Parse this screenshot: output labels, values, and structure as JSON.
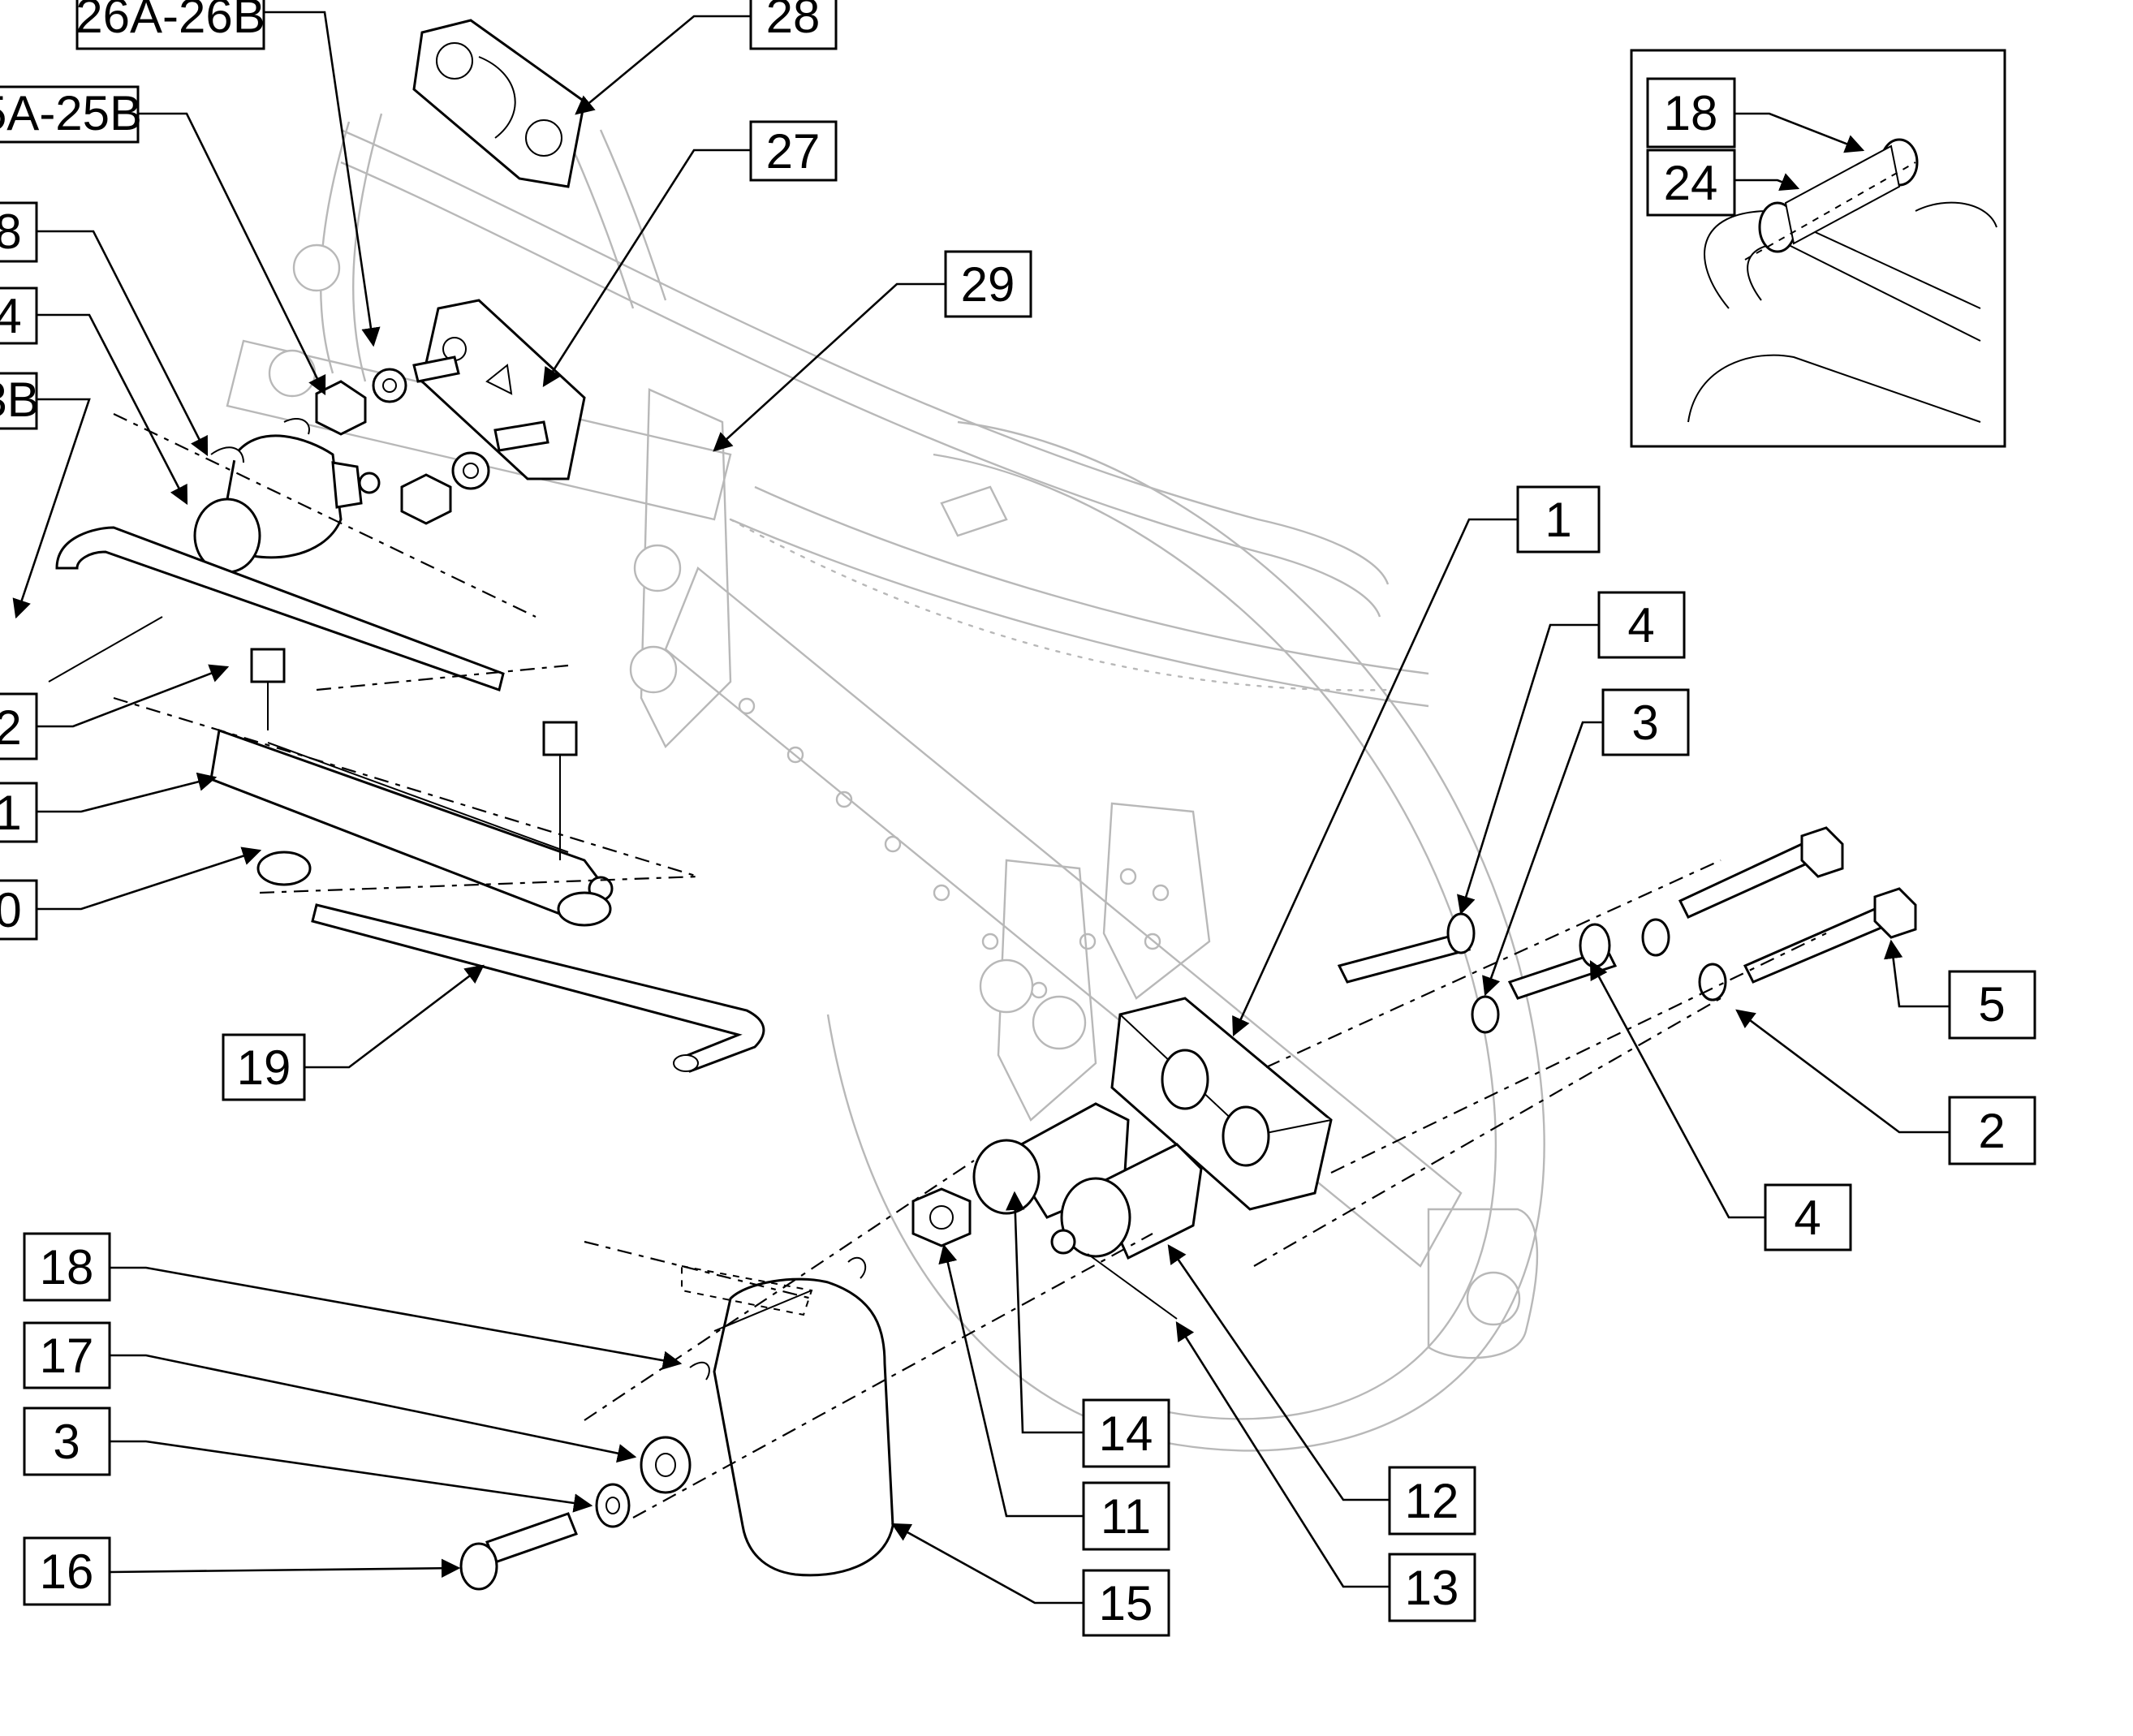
{
  "callouts": [
    {
      "id": "c-26a-26b",
      "label": "26A-26B"
    },
    {
      "id": "c-28",
      "label": "28"
    },
    {
      "id": "c-25a-25b",
      "label": "5A-25B"
    },
    {
      "id": "c-27",
      "label": "27"
    },
    {
      "id": "c-8",
      "label": "8"
    },
    {
      "id": "c-29",
      "label": "29"
    },
    {
      "id": "c-4a",
      "label": "4"
    },
    {
      "id": "c-3b",
      "label": "3B"
    },
    {
      "id": "c-2a",
      "label": "2"
    },
    {
      "id": "c-1a",
      "label": "1"
    },
    {
      "id": "c-0",
      "label": "0"
    },
    {
      "id": "c-19",
      "label": "19"
    },
    {
      "id": "c-1",
      "label": "1"
    },
    {
      "id": "c-4b",
      "label": "4"
    },
    {
      "id": "c-3a",
      "label": "3"
    },
    {
      "id": "c-5",
      "label": "5"
    },
    {
      "id": "c-2",
      "label": "2"
    },
    {
      "id": "c-4c",
      "label": "4"
    },
    {
      "id": "c-18a",
      "label": "18"
    },
    {
      "id": "c-17",
      "label": "17"
    },
    {
      "id": "c-3c",
      "label": "3"
    },
    {
      "id": "c-16",
      "label": "16"
    },
    {
      "id": "c-14",
      "label": "14"
    },
    {
      "id": "c-11",
      "label": "11"
    },
    {
      "id": "c-15",
      "label": "15"
    },
    {
      "id": "c-12",
      "label": "12"
    },
    {
      "id": "c-13",
      "label": "13"
    },
    {
      "id": "c-18b",
      "label": "18"
    },
    {
      "id": "c-24",
      "label": "24"
    }
  ]
}
